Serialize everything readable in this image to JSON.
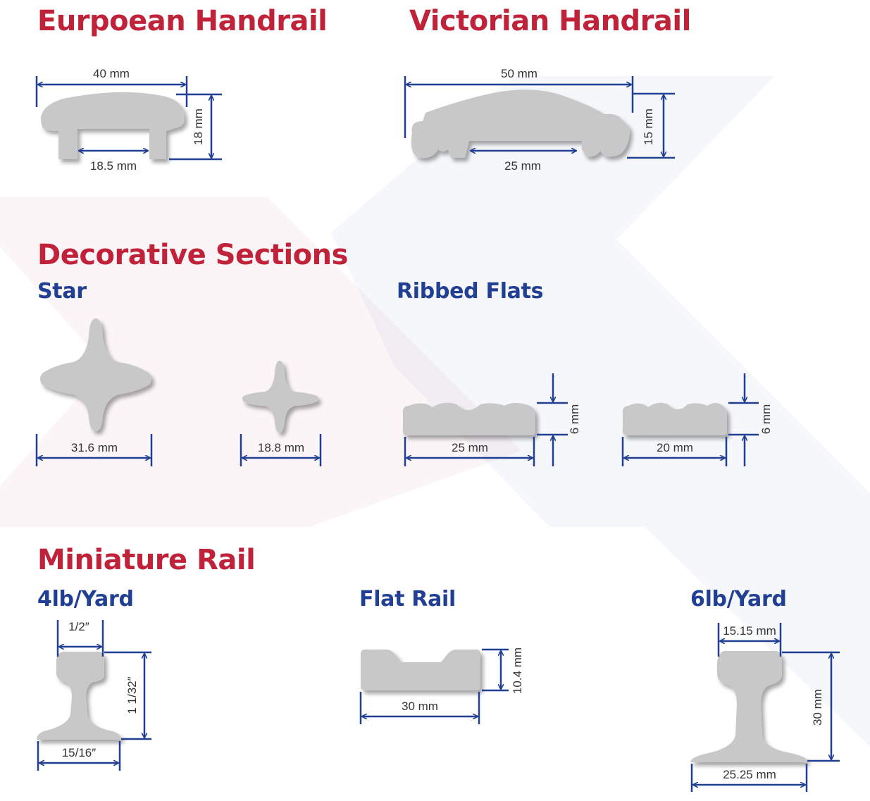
{
  "colors": {
    "heading": "#c0223a",
    "subheading": "#213f93",
    "dimension_line": "#213f93",
    "profile": "#c8c8c8"
  },
  "sections": {
    "european": {
      "title": "Eurpoean Handrail",
      "width": "40 mm",
      "height": "18 mm",
      "gap": "18.5 mm"
    },
    "victorian": {
      "title": "Victorian Handrail",
      "width": "50 mm",
      "height": "15 mm",
      "gap": "25 mm"
    },
    "decorative": {
      "title": "Decorative Sections",
      "star": {
        "label": "Star",
        "large_width": "31.6 mm",
        "small_width": "18.8 mm"
      },
      "ribbed": {
        "label": "Ribbed Flats",
        "wide_width": "25 mm",
        "wide_height": "6 mm",
        "narrow_width": "20 mm",
        "narrow_height": "6 mm"
      }
    },
    "miniature": {
      "title": "Miniature Rail",
      "four_lb": {
        "label": "4lb/Yard",
        "head_width": "1/2″",
        "height": "1 1/32″",
        "base_width": "15/16″"
      },
      "flat": {
        "label": "Flat Rail",
        "width": "30 mm",
        "height": "10.4 mm"
      },
      "six_lb": {
        "label": "6lb/Yard",
        "head_width": "15.15 mm",
        "height": "30 mm",
        "base_width": "25.25 mm"
      }
    }
  }
}
